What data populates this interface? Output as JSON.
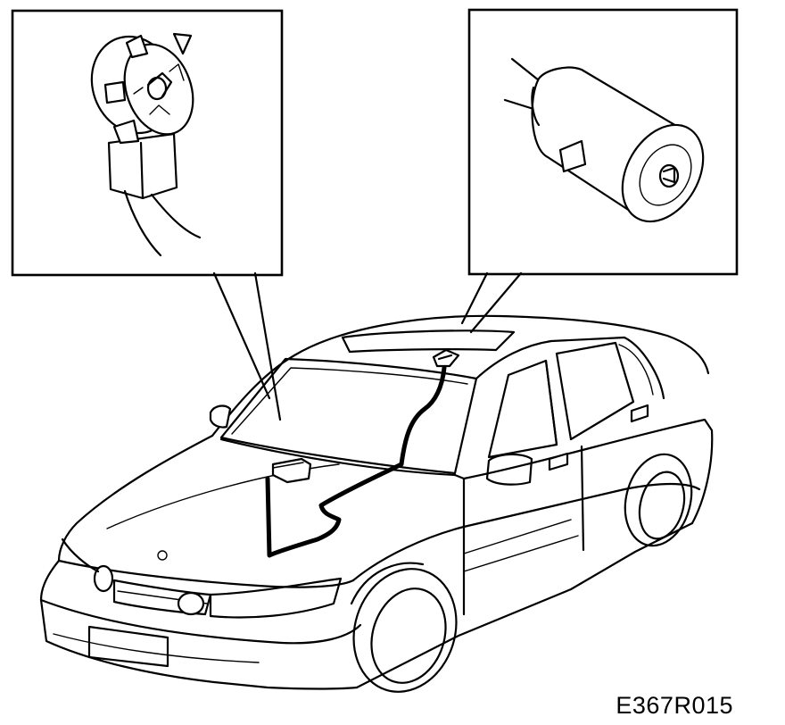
{
  "figure": {
    "reference_code": "E367R015"
  },
  "colors": {
    "line": "#000000",
    "background": "#ffffff"
  },
  "icons": {
    "left_detail": "connector-plug-detail",
    "right_detail": "cylindrical-sensor-detail",
    "vehicle": "sedan-car-outline"
  }
}
